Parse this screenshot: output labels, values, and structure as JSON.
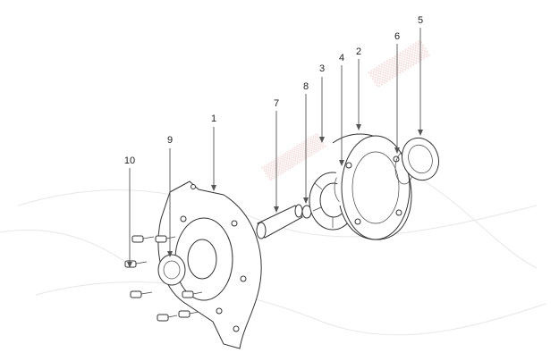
{
  "callouts": [
    {
      "id": "1",
      "label": "1"
    },
    {
      "id": "2",
      "label": "2"
    },
    {
      "id": "3",
      "label": "3"
    },
    {
      "id": "4",
      "label": "4"
    },
    {
      "id": "5",
      "label": "5"
    },
    {
      "id": "6",
      "label": "6"
    },
    {
      "id": "7",
      "label": "7"
    },
    {
      "id": "8",
      "label": "8"
    },
    {
      "id": "9",
      "label": "9"
    },
    {
      "id": "10",
      "label": "10"
    }
  ],
  "colors": {
    "line": "#333333",
    "background": "#ffffff",
    "watermark": "#e8a7a7"
  }
}
